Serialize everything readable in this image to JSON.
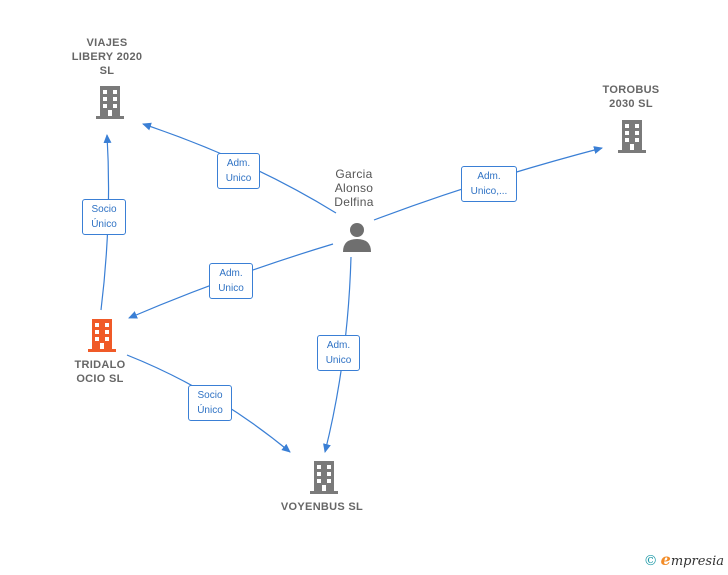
{
  "colors": {
    "edge": "#3a7fd5",
    "company_icon": "#7a7a7a",
    "company_highlight_icon": "#f05a28",
    "person_icon": "#6f6f6f"
  },
  "nodes": {
    "viajes": {
      "label": "VIAJES\nLIBERY 2020\nSL",
      "icon": "building-icon"
    },
    "torobus": {
      "label": "TOROBUS\n2030  SL",
      "icon": "building-icon"
    },
    "garcia": {
      "label": "Garcia\nAlonso\nDelfina",
      "icon": "person-icon"
    },
    "tridalo": {
      "label": "TRIDALO\nOCIO  SL",
      "icon": "building-icon"
    },
    "voyenbus": {
      "label": "VOYENBUS SL",
      "icon": "building-icon"
    }
  },
  "edges": {
    "garcia_viajes": "Adm.\nUnico",
    "garcia_torobus": "Adm.\nUnico,...",
    "garcia_tridalo": "Adm.\nUnico",
    "garcia_voyenbus": "Adm.\nUnico",
    "tridalo_viajes": "Socio\nÚnico",
    "tridalo_voyenbus": "Socio\nÚnico"
  },
  "brand": {
    "copyright": "©",
    "name_initial": "e",
    "name_rest": "mpresia"
  }
}
